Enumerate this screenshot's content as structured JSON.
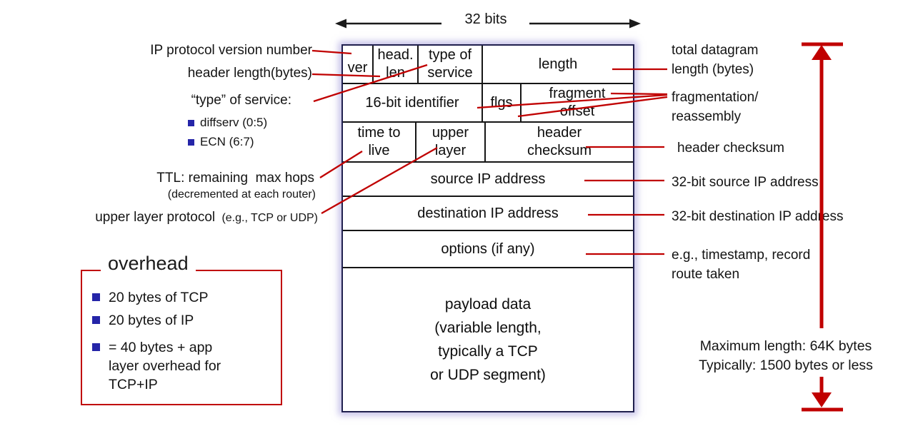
{
  "diagram_title": {
    "bits_label": "32 bits"
  },
  "colors": {
    "accent_red": "#c00000",
    "bullet_blue": "#2525a8",
    "table_border": "#20204e"
  },
  "header_fields": {
    "ver": "ver",
    "head_len_l1": "head.",
    "head_len_l2": "len",
    "tos_l1": "type of",
    "tos_l2": "service",
    "length": "length",
    "identifier": "16-bit identifier",
    "flags": "flgs",
    "fragment_l1": "fragment",
    "fragment_l2": "offset",
    "ttl_l1": "time to",
    "ttl_l2": "live",
    "upper_l1": "upper",
    "upper_l2": "layer",
    "checksum_l1": "header",
    "checksum_l2": "checksum",
    "source": "source IP address",
    "destination": "destination IP address",
    "options": "options (if any)",
    "payload_l1": "payload data",
    "payload_l2": "(variable length,",
    "payload_l3": "typically a TCP",
    "payload_l4": "or UDP segment)"
  },
  "left_annotations": {
    "version": "IP protocol version number",
    "header_length": "header length(bytes)",
    "tos_heading": "“type” of service:",
    "tos_bullets": [
      "diffserv (0:5)",
      "ECN (6:7)"
    ],
    "ttl_main": "TTL: remaining  max hops",
    "ttl_sub": "(decremented at each router)",
    "upper_main": "upper layer protocol",
    "upper_sub": "(e.g., TCP or UDP)"
  },
  "overhead_box": {
    "title": "overhead",
    "bullets": [
      "20 bytes of TCP",
      "20 bytes of IP"
    ],
    "bullet3_lines": [
      "= 40 bytes + app",
      "layer overhead for",
      "TCP+IP"
    ]
  },
  "right_annotations": {
    "total_len_l1": "total datagram",
    "total_len_l2": "length (bytes)",
    "frag_l1": "fragmentation/",
    "frag_l2": "reassembly",
    "checksum": "header checksum",
    "source": "32-bit source IP address",
    "destination": "32-bit destination IP address",
    "options_l1": "e.g., timestamp, record",
    "options_l2": "route taken",
    "max_len_l1": "Maximum length: 64K bytes",
    "max_len_l2": "Typically: 1500 bytes or less"
  }
}
